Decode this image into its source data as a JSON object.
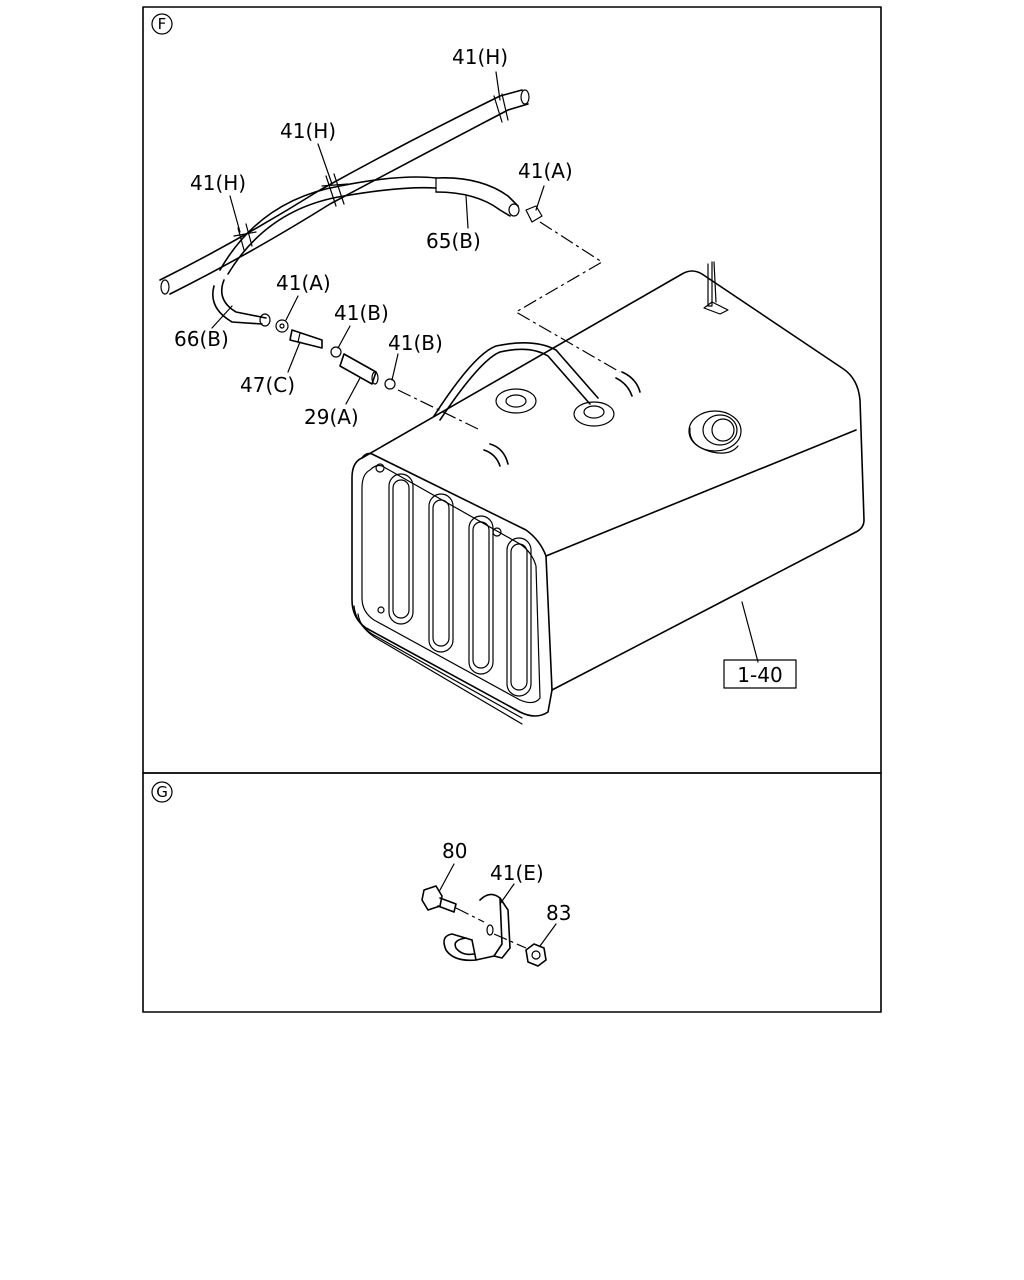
{
  "sections": {
    "f": {
      "marker": "F"
    },
    "g": {
      "marker": "G"
    }
  },
  "labels": {
    "l41h_top": "41(H)",
    "l41h_mid": "41(H)",
    "l41h_left": "41(H)",
    "l41a_right": "41(A)",
    "l65b": "65(B)",
    "l41a_left": "41(A)",
    "l66b": "66(B)",
    "l41b_1": "41(B)",
    "l41b_2": "41(B)",
    "l47c": "47(C)",
    "l29a": "29(A)",
    "l140": "1-40",
    "l80": "80",
    "l41e": "41(E)",
    "l83": "83"
  }
}
